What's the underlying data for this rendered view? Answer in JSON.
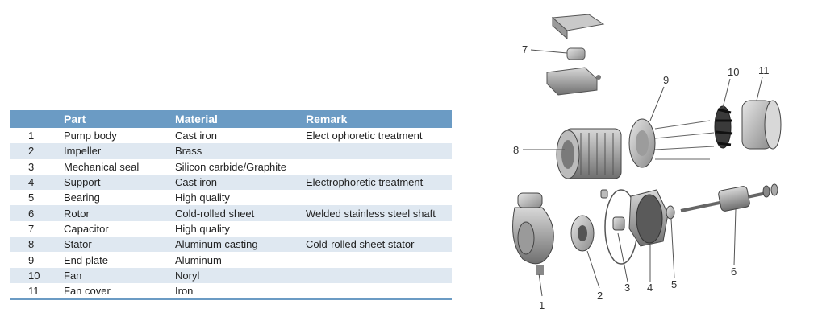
{
  "table": {
    "headers": [
      "",
      "Part",
      "Material",
      "Remark"
    ],
    "rows": [
      {
        "num": "1",
        "part": "Pump body",
        "material": "Cast iron",
        "remark": "Elect ophoretic treatment"
      },
      {
        "num": "2",
        "part": "Impeller",
        "material": "Brass",
        "remark": ""
      },
      {
        "num": "3",
        "part": "Mechanical seal",
        "material": "Silicon carbide/Graphite",
        "remark": ""
      },
      {
        "num": "4",
        "part": "Support",
        "material": "Cast iron",
        "remark": "Electrophoretic treatment"
      },
      {
        "num": "5",
        "part": "Bearing",
        "material": "High quality",
        "remark": ""
      },
      {
        "num": "6",
        "part": "Rotor",
        "material": "Cold-rolled sheet",
        "remark": "Welded stainless steel shaft"
      },
      {
        "num": "7",
        "part": "Capacitor",
        "material": "High quality",
        "remark": ""
      },
      {
        "num": "8",
        "part": "Stator",
        "material": "Aluminum casting",
        "remark": "Cold-rolled sheet stator"
      },
      {
        "num": "9",
        "part": "End plate",
        "material": "Aluminum",
        "remark": ""
      },
      {
        "num": "10",
        "part": "Fan",
        "material": "Noryl",
        "remark": ""
      },
      {
        "num": "11",
        "part": "Fan cover",
        "material": "Iron",
        "remark": ""
      }
    ]
  },
  "diagram": {
    "labels": [
      "1",
      "2",
      "3",
      "4",
      "5",
      "6",
      "7",
      "8",
      "9",
      "10",
      "11"
    ]
  },
  "colors": {
    "header_bg": "#6b9bc4",
    "stripe": "#dfe8f1"
  }
}
